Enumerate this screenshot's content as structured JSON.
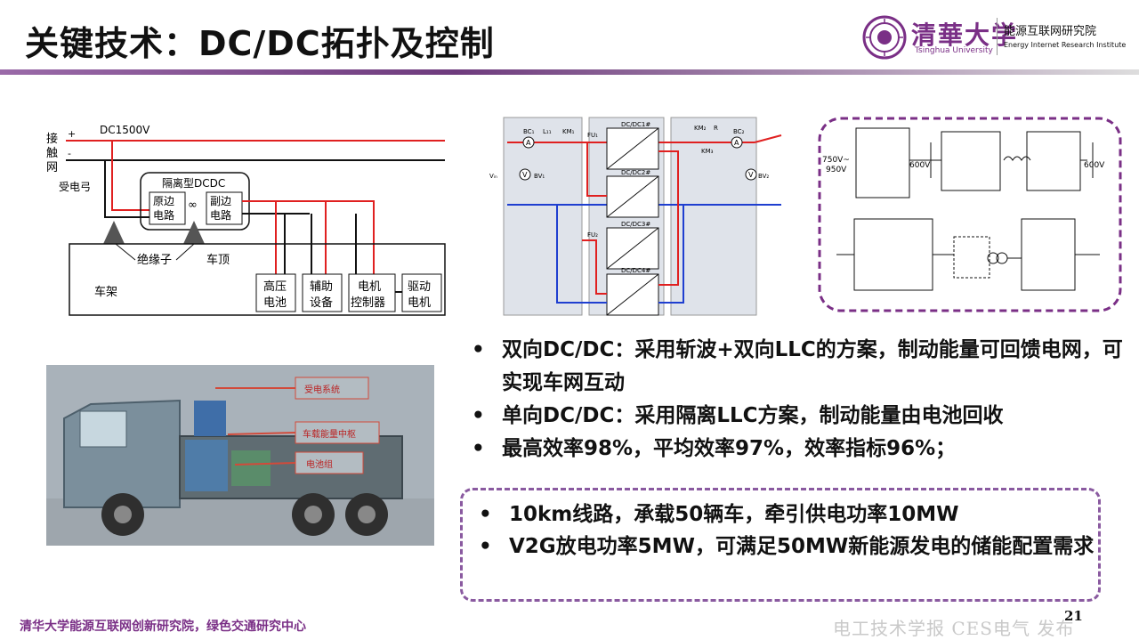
{
  "title": "关键技术：DC/DC拓扑及控制",
  "logo": {
    "name_cn": "清華大学",
    "name_en": "Tsinghua University",
    "institute_cn": "能源互联网研究院",
    "institute_en": "Energy Internet Research Institute"
  },
  "left_diagram": {
    "voltage": "DC1500V",
    "catenary_label": [
      "接",
      "触",
      "网"
    ],
    "plus": "+",
    "minus": "-",
    "pantograph": "受电弓",
    "dcdc_title": "隔离型DCDC",
    "primary": [
      "原边",
      "电路"
    ],
    "secondary": [
      "副边",
      "电路"
    ],
    "insulator": "绝缘子",
    "roof": "车顶",
    "frame": "车架",
    "loads": [
      [
        "高压",
        "电池"
      ],
      [
        "辅助",
        "设备"
      ],
      [
        "电机",
        "控制器"
      ],
      [
        "驱动",
        "电机"
      ]
    ]
  },
  "mid_diagram": {
    "converters": [
      "DC/DC1#",
      "DC/DC2#",
      "DC/DC3#",
      "DC/DC4#"
    ],
    "labels": {
      "bc1": "BC₁",
      "l1": "L₁₁",
      "km1": "KM₁",
      "fu1": "FU₁",
      "fu2": "FU₂",
      "km2": "KM₂",
      "r": "R",
      "km3": "KM₃",
      "bc2": "BC₂",
      "vin": "Vᵢₙ",
      "bv1": "BV₁",
      "bv2": "BV₂",
      "v": "V",
      "a": "A"
    }
  },
  "right_diagram": {
    "input_voltage": [
      "750V~",
      "950V"
    ],
    "v1": "600V",
    "v2": "600V"
  },
  "photo": {
    "labels": [
      "受电系统",
      "车载能量中枢",
      "电池组"
    ]
  },
  "bullets_main": [
    "双向DC/DC：采用斩波+双向LLC的方案，制动能量可回馈电网，可实现车网互动",
    "单向DC/DC：采用隔离LLC方案，制动能量由电池回收",
    "最高效率98%，平均效率97%，效率指标96%；"
  ],
  "bullets_boxed": [
    "10km线路，承载50辆车，牵引供电功率10MW",
    "V2G放电功率5MW，可满足50MW新能源发电的储能配置需求"
  ],
  "bullet_glyph": "•",
  "footer_left": "清华大学能源互联网创新研究院，绿色交通研究中心",
  "footer_right": "电工技术学报 CES电气 发布",
  "page_number": "21",
  "colors": {
    "accent": "#7a2f86",
    "red_wire": "#e02020",
    "blue_wire": "#1f3fd0"
  }
}
